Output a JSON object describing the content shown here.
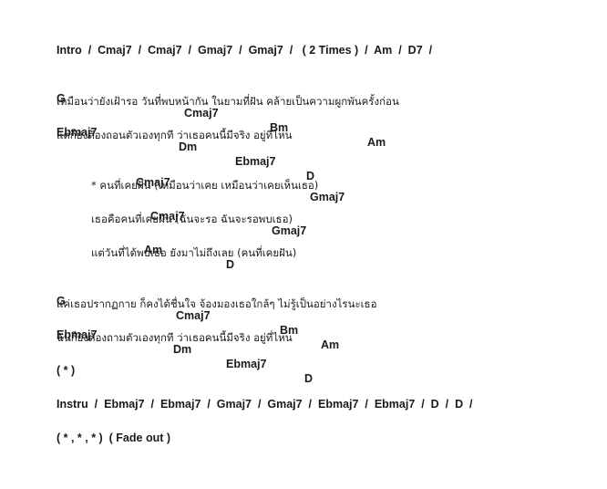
{
  "intro": {
    "label": "Intro",
    "seq": [
      "Cmaj7",
      "Cmaj7",
      "Gmaj7",
      "Gmaj7"
    ],
    "times": "( 2 Times )",
    "tail": [
      "Am",
      "D7"
    ]
  },
  "verse1": {
    "chords1": [
      "G",
      "Cmaj7",
      "Bm",
      "Am"
    ],
    "lyric1": "เหมือนว่ายังเฝ้ารอ วันที่พบหน้ากัน ในยามที่ฝัน คล้ายเป็นความผูกพันครั้งก่อน",
    "chords2": [
      "Ebmaj7",
      "Dm",
      "Ebmaj7",
      "D"
    ],
    "lyric2": "แต่ก็ยังต้องถอนตัวเองทุกที ว่าเธอคนนี้มีจริง อยู่ที่ไหน"
  },
  "chorus": {
    "chords1": [
      "Cmaj7",
      "Gmaj7"
    ],
    "lyric1": "* คนที่เคยฝัน (เหมือนว่าเคย เหมือนว่าเคยเห็นเธอ)",
    "chords2": [
      "Cmaj7",
      "Gmaj7"
    ],
    "lyric2": "เธอคือคนที่เคยฝัน (ฉันจะรอ ฉันจะรอพบเธอ)",
    "chords3": [
      "Am",
      "D"
    ],
    "lyric3": "แต่วันที่ได้พบเธอ ยังมาไม่ถึงเลย (คนที่เคยฝัน)"
  },
  "verse2": {
    "chords1": [
      "G",
      "Cmaj7",
      "Bm",
      "Am"
    ],
    "lyric1": "แค่เธอปรากฏกาย ก็คงได้ชื่นใจ จ้องมองเธอใกล้ๆ ไม่รู้เป็นอย่างไรนะเธอ",
    "chords2": [
      "Ebmaj7",
      "Dm",
      "Ebmaj7",
      "D"
    ],
    "lyric2": "ฉันก็ยังต้องถามตัวเองทุกที ว่าเธอคนนี้มีจริง อยู่ที่ไหน"
  },
  "repeat": "( * )",
  "instru": {
    "label": "Instru",
    "seq": [
      "Ebmaj7",
      "Ebmaj7",
      "Gmaj7",
      "Gmaj7",
      "Ebmaj7",
      "Ebmaj7",
      "D",
      "D"
    ]
  },
  "outro": {
    "marks": "( * , * , * )",
    "fade": "( Fade out )"
  }
}
